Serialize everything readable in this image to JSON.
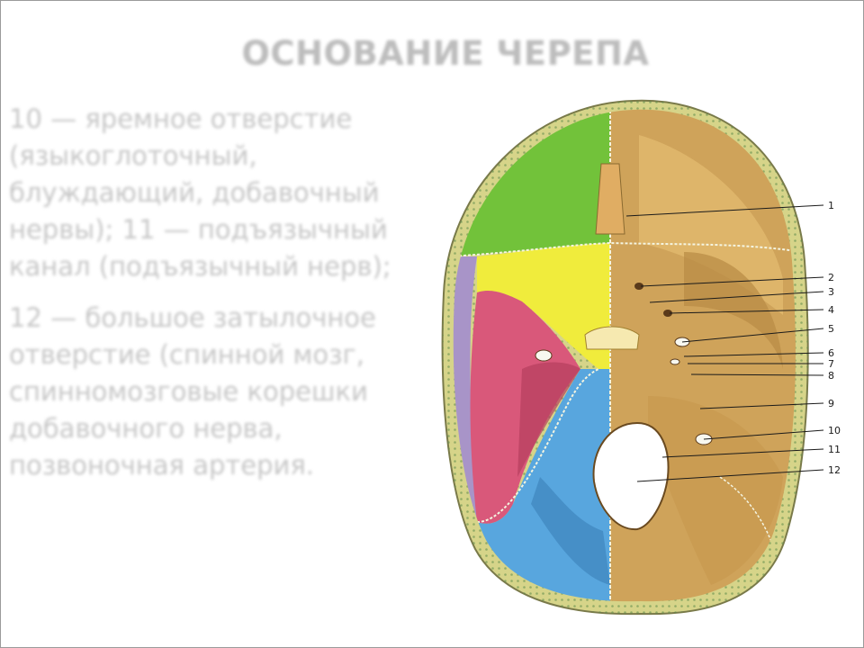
{
  "slide": {
    "title": "ОСНОВАНИЕ ЧЕРЕПА",
    "paragraphs": [
      "10 — яремное отверстие (языкоглоточный, блуждающий, добавочный нервы); 11 — подъязычный канал (подъязычный нерв);",
      "12 — большое затылочное отверстие (спинной мозг, спинномозговые корешки добавочного нерва, позвоночная артерия."
    ]
  },
  "figure": {
    "labels": [
      "1",
      "2",
      "3",
      "4",
      "5",
      "6",
      "7",
      "8",
      "9",
      "10",
      "11",
      "12"
    ],
    "colors": {
      "frontal": "#72c23a",
      "sphenoid": "#f0ec3c",
      "temporal": "#d9587a",
      "parietal": "#a894c8",
      "occipital": "#58a6de",
      "bone": "#cfa35a",
      "rim": "#d6d489"
    }
  }
}
